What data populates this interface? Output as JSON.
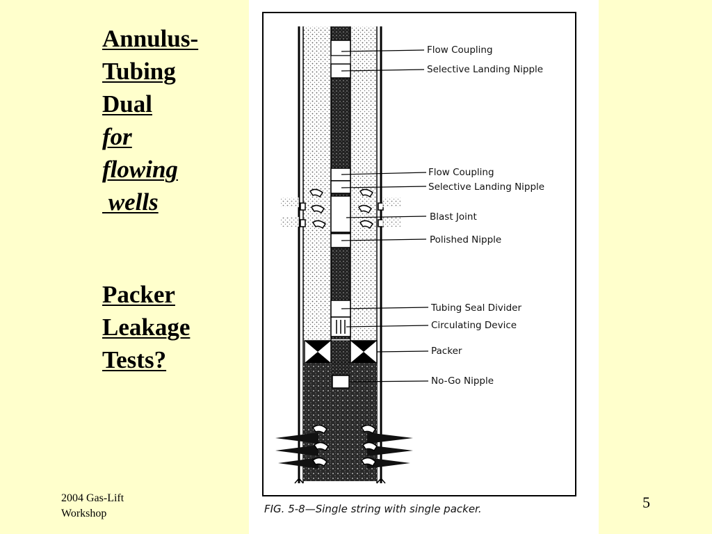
{
  "title": {
    "line1": "Annulus-",
    "line2": "Tubing",
    "line3": "Dual",
    "line4": "for",
    "line5": "flowing",
    "line6": " wells",
    "line7": "Packer",
    "line8": "Leakage",
    "line9": "Tests?"
  },
  "diagram": {
    "labels": [
      "Flow Coupling",
      "Selective Landing Nipple",
      "Flow Coupling",
      "Selective Landing Nipple",
      "Blast Joint",
      "Polished Nipple",
      "Tubing Seal Divider",
      "Circulating Device",
      "Packer",
      "No-Go Nipple"
    ],
    "caption": "FIG. 5-8—Single string with single packer."
  },
  "footer": {
    "line1": "2004 Gas-Lift",
    "line2": "Workshop"
  },
  "page_number": "5"
}
